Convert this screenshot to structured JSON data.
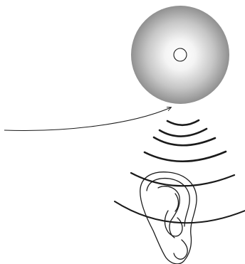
{
  "diagram": {
    "elements": [
      {
        "id": "sound-source",
        "icon": "sphere-speaker-icon"
      },
      {
        "id": "pointer-arrow",
        "icon": "arrow-icon"
      },
      {
        "id": "sound-waves",
        "icon": "sound-wave-icon",
        "count": 6
      },
      {
        "id": "ear",
        "icon": "ear-icon"
      }
    ],
    "colors": {
      "stroke": "#1a1a1a",
      "sphere_highlight": "#ffffff",
      "sphere_shadow": "#7f7f7f",
      "background": "#ffffff"
    }
  }
}
